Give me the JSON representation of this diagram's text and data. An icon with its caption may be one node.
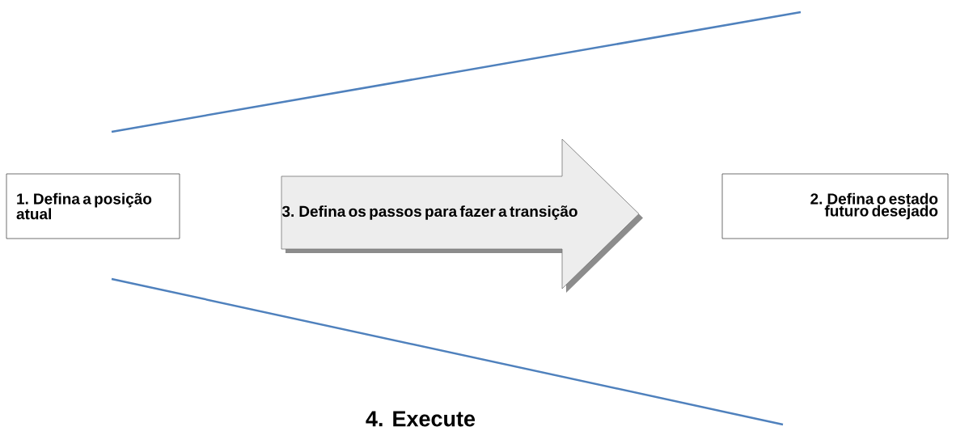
{
  "diagram": {
    "nodes": [
      {
        "text": [
          "1.    Defina a posição atual"
        ]
      },
      {
        "text": [
          "3. Defina os passos para fazer a transição"
        ]
      },
      {
        "text": [
          "2. Defina o estado futuro desejado"
        ]
      }
    ],
    "labels": [
      "4. Execute"
    ]
  }
}
